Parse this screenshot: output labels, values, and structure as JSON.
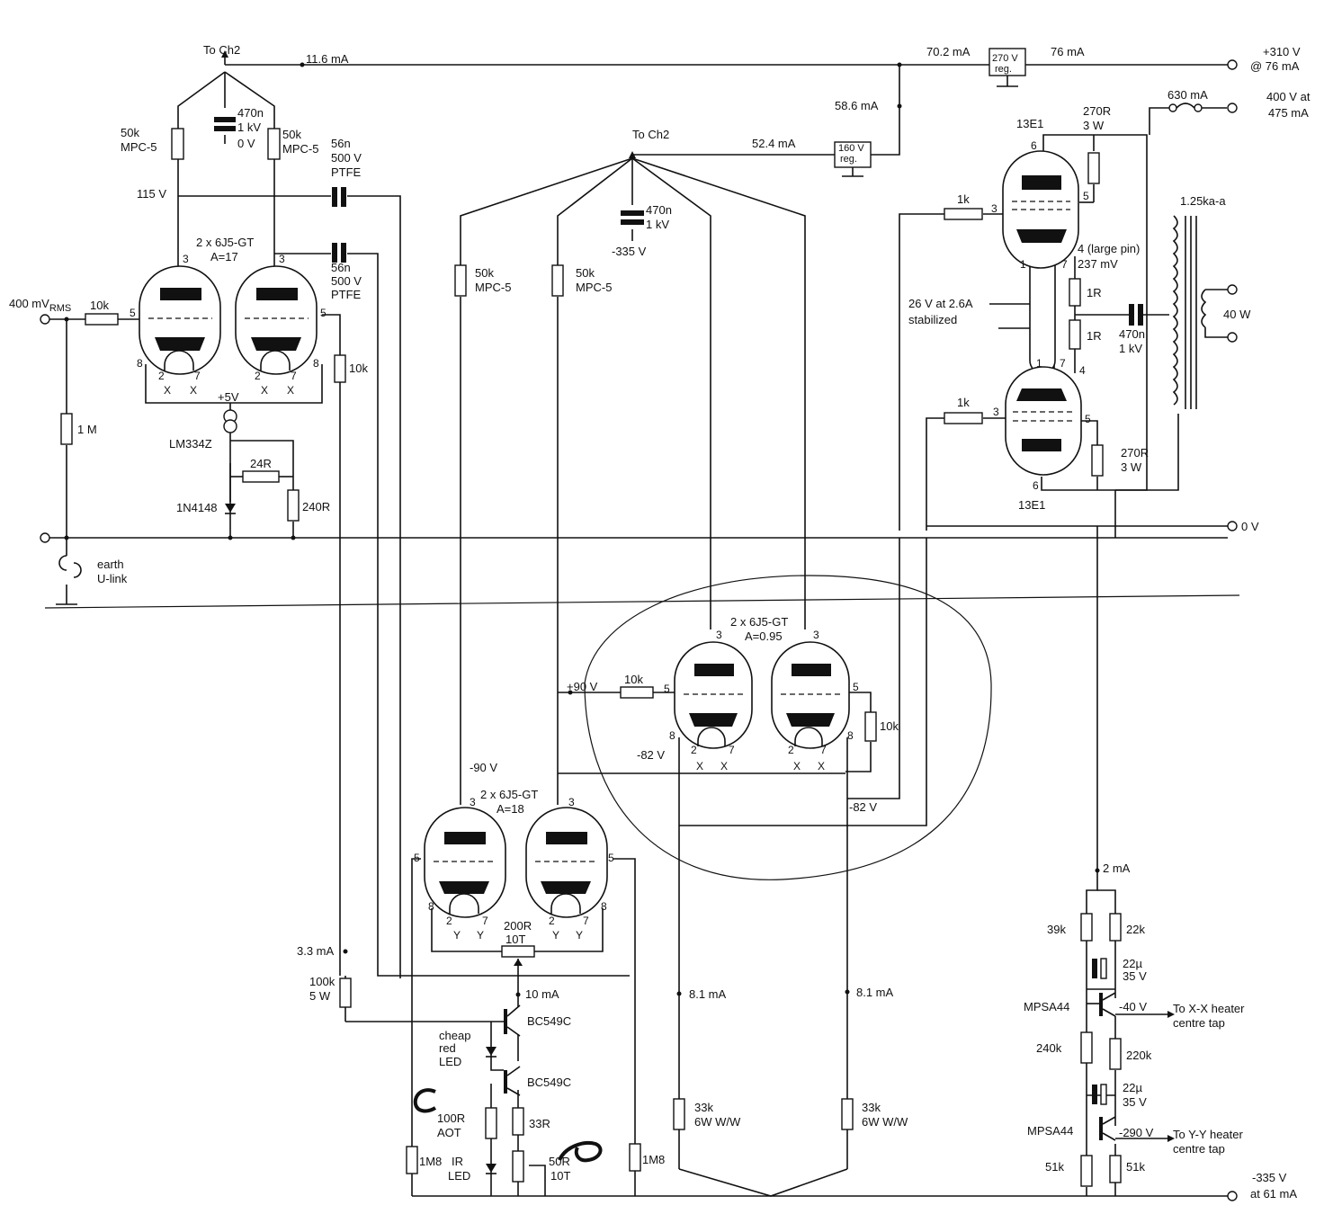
{
  "supply": {
    "to_ch2_a": "To Ch2",
    "i_11_6": "11.6 mA",
    "i_70_2": "70.2 mA",
    "reg_270": "270 V",
    "reg_word": "reg.",
    "i_76": "76 mA",
    "out_310": "+310 V",
    "out_310_b": "@ 76 mA",
    "i_58_6": "58.6 mA",
    "to_ch2_b": "To Ch2",
    "i_52_4": "52.4 mA",
    "reg_160": "160 V",
    "i_630": "630 mA",
    "out_400": "400 V at",
    "out_400_b": "475 mA"
  },
  "input_stage": {
    "r_50k_a": "50k",
    "mpc_a": "MPC-5",
    "c_470n": "470n",
    "c_1kv": "1 kV",
    "c_0v": "0 V",
    "r_50k_b": "50k",
    "mpc_b": "MPC-5",
    "c_56n_a": "56n",
    "c_500v_a": "500 V",
    "ptfe_a": "PTFE",
    "v_115": "115 V",
    "tube_label": "2 x 6J5-GT",
    "gain": "A=17",
    "c_56n_b": "56n",
    "c_500v_b": "500 V",
    "ptfe_b": "PTFE",
    "input": "400 mV",
    "input_sub": "RMS",
    "r_10k": "10k",
    "r_10k_b": "10k",
    "v_5": "+5V",
    "r_1m": "1 M",
    "lm334": "LM334Z",
    "r_24": "24R",
    "d_1n4148": "1N4148",
    "r_240": "240R",
    "earth": "earth",
    "ulink": "U-link"
  },
  "driver": {
    "c_470n": "470n",
    "c_1kv": "1 kV",
    "v_neg335": "-335 V",
    "r_50k_a": "50k",
    "mpc_a": "MPC-5",
    "r_50k_b": "50k",
    "mpc_b": "MPC-5"
  },
  "output": {
    "tube_top": "13E1",
    "r_270_a": "270R",
    "w_3_a": "3 W",
    "r_1k_a": "1k",
    "pin_note": "4 (large pin)",
    "mv_237": "237 mV",
    "heater": "26 V at 2.6A",
    "heater_b": "stabilized",
    "r_1r_a": "1R",
    "r_1r_b": "1R",
    "c_470n": "470n",
    "c_1kv": "1 kV",
    "xfmr": "1.25ka-a",
    "power": "40 W",
    "r_1k_b": "1k",
    "r_270_b": "270R",
    "w_3_b": "3 W",
    "tube_bot": "13E1",
    "zero_v": "0 V"
  },
  "ltp": {
    "tube_label": "2 x 6J5-GT",
    "gain": "A=0.95",
    "v_90": "+90 V",
    "r_10k": "10k",
    "r_10k_b": "10k",
    "v_82_a": "-82 V",
    "v_82_b": "-82 V"
  },
  "cathode": {
    "v_neg90": "-90 V",
    "tube_label": "2 x 6J5-GT",
    "gain": "A=18",
    "i_3_3": "3.3 mA",
    "r_100k": "100k",
    "w_5": "5 W",
    "r_200r": "200R",
    "t_10": "10T",
    "i_10": "10 mA",
    "q1": "BC549C",
    "q2": "BC549C",
    "led_a": "cheap",
    "led_b": "red",
    "led_c": "LED",
    "r_100r": "100R",
    "aot": "AOT",
    "r_33r": "33R",
    "ir": "IR",
    "ir_led": "LED",
    "r_50r": "50R",
    "t_10b": "10T",
    "r_1m8_a": "1M8",
    "r_1m8_b": "1M8",
    "i_8_1_a": "8.1 mA",
    "i_8_1_b": "8.1 mA",
    "r_33k_a": "33k",
    "ww_a": "6W W/W",
    "r_33k_b": "33k",
    "ww_b": "6W W/W"
  },
  "heater_bias": {
    "i_2": "2 mA",
    "r_39k": "39k",
    "r_22k": "22k",
    "c_22u_a": "22µ",
    "c_35v_a": "35 V",
    "q_a": "MPSA44",
    "v_neg40": "-40 V",
    "to_xx": "To X-X heater",
    "ct_a": "centre tap",
    "r_240k": "240k",
    "r_220k": "220k",
    "c_22u_b": "22µ",
    "c_35v_b": "35 V",
    "q_b": "MPSA44",
    "v_neg290": "-290 V",
    "to_yy": "To Y-Y heater",
    "ct_b": "centre tap",
    "r_51k_a": "51k",
    "r_51k_b": "51k",
    "out_neg335": "-335 V",
    "out_neg335_b": "at 61 mA"
  }
}
